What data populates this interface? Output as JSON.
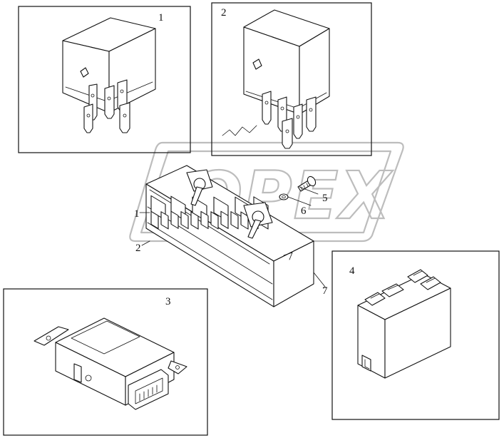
{
  "watermark": {
    "text": "OPEX"
  },
  "panels": [
    {
      "id": "1",
      "label": "1"
    },
    {
      "id": "2",
      "label": "2"
    },
    {
      "id": "3",
      "label": "3"
    },
    {
      "id": "4",
      "label": "4"
    }
  ],
  "callouts": {
    "c1": "1",
    "c2": "2",
    "c5": "5",
    "c6": "6",
    "c7": "7"
  }
}
